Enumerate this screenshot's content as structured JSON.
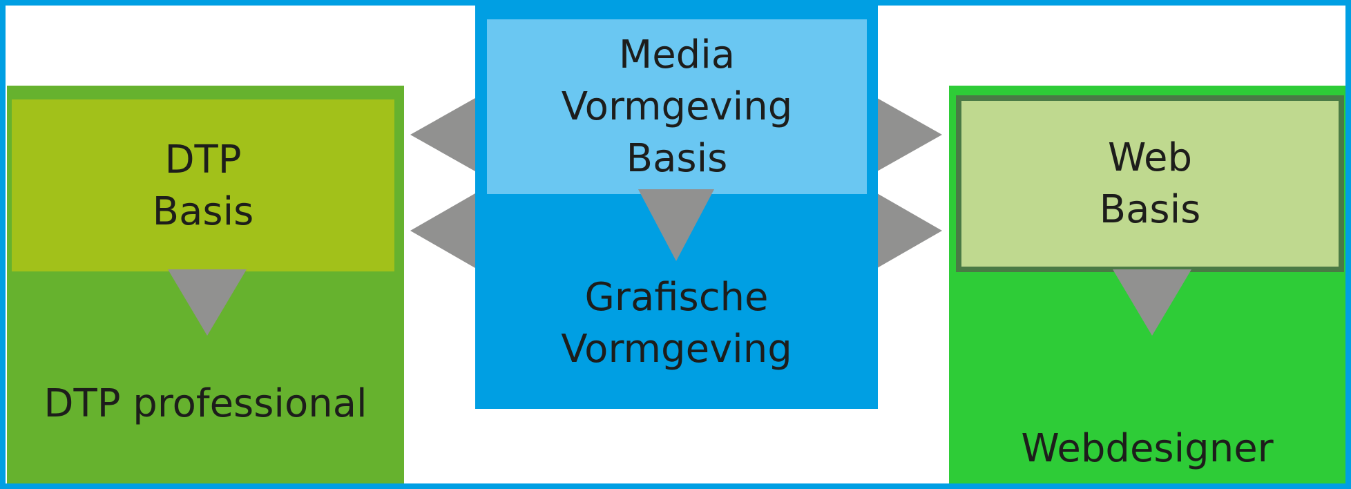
{
  "colors": {
    "frame": "#009fe3",
    "dtp_outer": "#66b22e",
    "dtp_inner": "#a2c11a",
    "media_outer": "#009fe3",
    "media_inner": "#6ac7f2",
    "web_outer": "#2ecc37",
    "web_inner": "#bfd98f",
    "web_inner_border": "#4a7a45",
    "arrow": "#919190",
    "text": "#1d1d1b"
  },
  "blocks": {
    "dtp": {
      "basis_label": "DTP\nBasis",
      "pro_label": "DTP professional"
    },
    "media": {
      "basis_label": "Media\nVormgeving\nBasis",
      "pro_label": "Grafische\nVormgeving"
    },
    "web": {
      "basis_label": "Web\nBasis",
      "pro_label": "Webdesigner"
    }
  },
  "icons": {
    "down_arrow": "triangle-down",
    "side_arrow": "triangle-left-right"
  }
}
